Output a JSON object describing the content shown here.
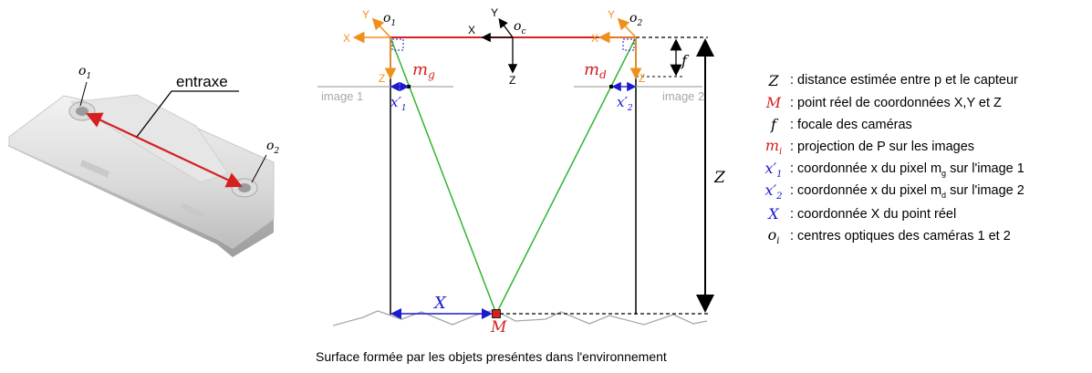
{
  "device": {
    "entraxe_label": "entraxe",
    "o1_label": "o",
    "o1_sub": "1",
    "o2_label": "o",
    "o2_sub": "2"
  },
  "diagram": {
    "cam1": {
      "o": "o",
      "o_sub": "1",
      "axis_x": "X",
      "axis_y": "Y",
      "axis_z": "Z"
    },
    "cam2": {
      "o": "o",
      "o_sub": "2",
      "axis_x": "X",
      "axis_y": "Y",
      "axis_z": "Z"
    },
    "center": {
      "o": "o",
      "o_sub": "c",
      "axis_x": "X",
      "axis_y": "Y",
      "axis_z": "Z"
    },
    "image1_label": "image 1",
    "image2_label": "image 2",
    "mg": "m",
    "mg_sub": "g",
    "md": "m",
    "md_sub": "d",
    "x1": "x′",
    "x1_sub": "1",
    "x2": "x′",
    "x2_sub": "2",
    "f_label": "f",
    "Z_label": "Z",
    "X_label": "X",
    "M_label": "M"
  },
  "colors": {
    "red": "#d42020",
    "green": "#2fb52f",
    "orange": "#f0901c",
    "blue": "#1a1ad0",
    "grey": "#a8a8a8"
  },
  "legend": [
    {
      "sym": "Z",
      "sym_sub": "",
      "text": ": distance estimée entre p et le capteur",
      "color": "#000000"
    },
    {
      "sym": "M",
      "sym_sub": "",
      "text": ": point réel de coordonnées X,Y et Z",
      "color": "#d42020"
    },
    {
      "sym": "f",
      "sym_sub": "",
      "text": ": focale des caméras",
      "color": "#000000"
    },
    {
      "sym": "m",
      "sym_sub": "i",
      "text": ": projection de P sur les images",
      "color": "#d42020"
    },
    {
      "sym": "x′",
      "sym_sub": "1",
      "text": ": coordonnée x du pixel m",
      "text_sub": "g",
      "text_after": " sur l'image 1",
      "color": "#1a1ad0"
    },
    {
      "sym": "x′",
      "sym_sub": "2",
      "text": ": coordonnée x du pixel m",
      "text_sub": "d",
      "text_after": " sur l'image 2",
      "color": "#1a1ad0"
    },
    {
      "sym": "X",
      "sym_sub": "",
      "text": ": coordonnée X du point réel",
      "color": "#1a1ad0"
    },
    {
      "sym": "o",
      "sym_sub": "i",
      "text": ": centres optiques des caméras 1 et 2",
      "color": "#000000"
    }
  ],
  "caption": "Surface formée par les objets preséntes dans l'environnement"
}
